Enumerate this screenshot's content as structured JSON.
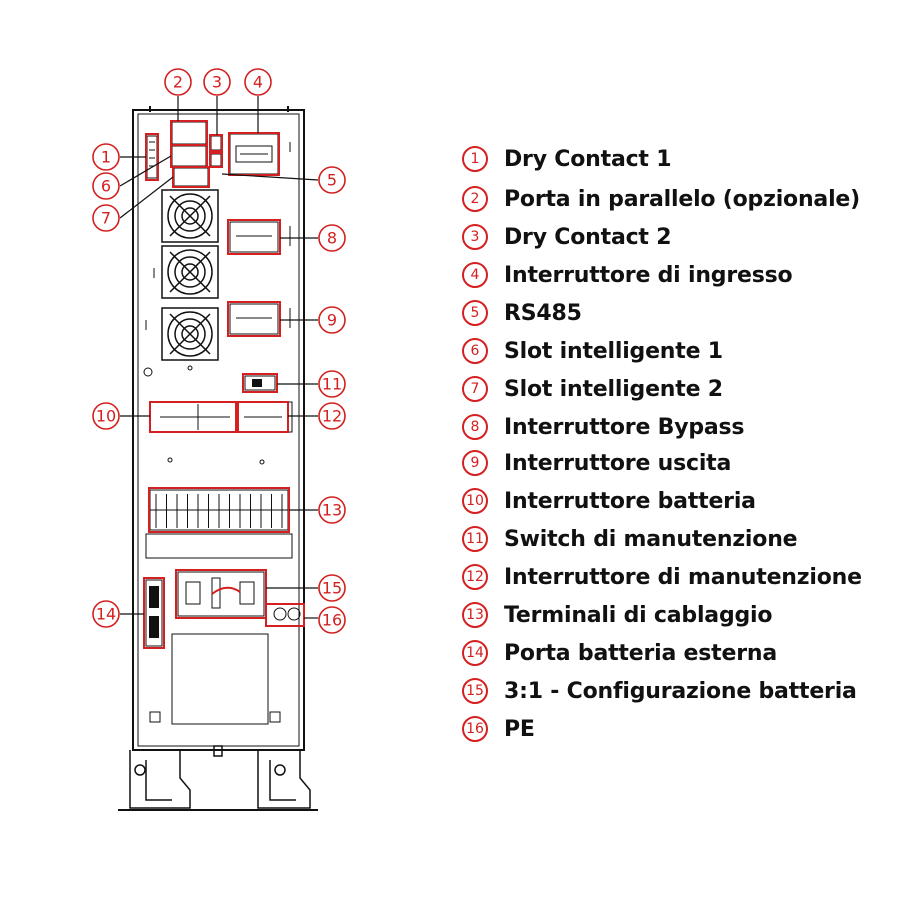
{
  "colors": {
    "accent": "#d42020",
    "line": "#111111",
    "background": "#ffffff"
  },
  "legend": [
    {
      "num": "1",
      "label": "Dry Contact 1"
    },
    {
      "num": "2",
      "label": "Porta in parallelo (opzionale)"
    },
    {
      "num": "3",
      "label": "Dry Contact 2"
    },
    {
      "num": "4",
      "label": "Interruttore di ingresso"
    },
    {
      "num": "5",
      "label": "RS485"
    },
    {
      "num": "6",
      "label": "Slot intelligente 1"
    },
    {
      "num": "7",
      "label": "Slot intelligente 2"
    },
    {
      "num": "8",
      "label": "Interruttore Bypass"
    },
    {
      "num": "9",
      "label": "Interruttore uscita"
    },
    {
      "num": "10",
      "label": "Interruttore batteria"
    },
    {
      "num": "11",
      "label": "Switch di manutenzione"
    },
    {
      "num": "12",
      "label": "Interruttore di manutenzione"
    },
    {
      "num": "13",
      "label": "Terminali di cablaggio"
    },
    {
      "num": "14",
      "label": "Porta batteria esterna"
    },
    {
      "num": "15",
      "label": "3:1 - Configurazione batteria"
    },
    {
      "num": "16",
      "label": "PE"
    }
  ],
  "callouts": [
    "1",
    "2",
    "3",
    "4",
    "5",
    "6",
    "7",
    "8",
    "9",
    "10",
    "11",
    "12",
    "13",
    "14",
    "15",
    "16"
  ]
}
